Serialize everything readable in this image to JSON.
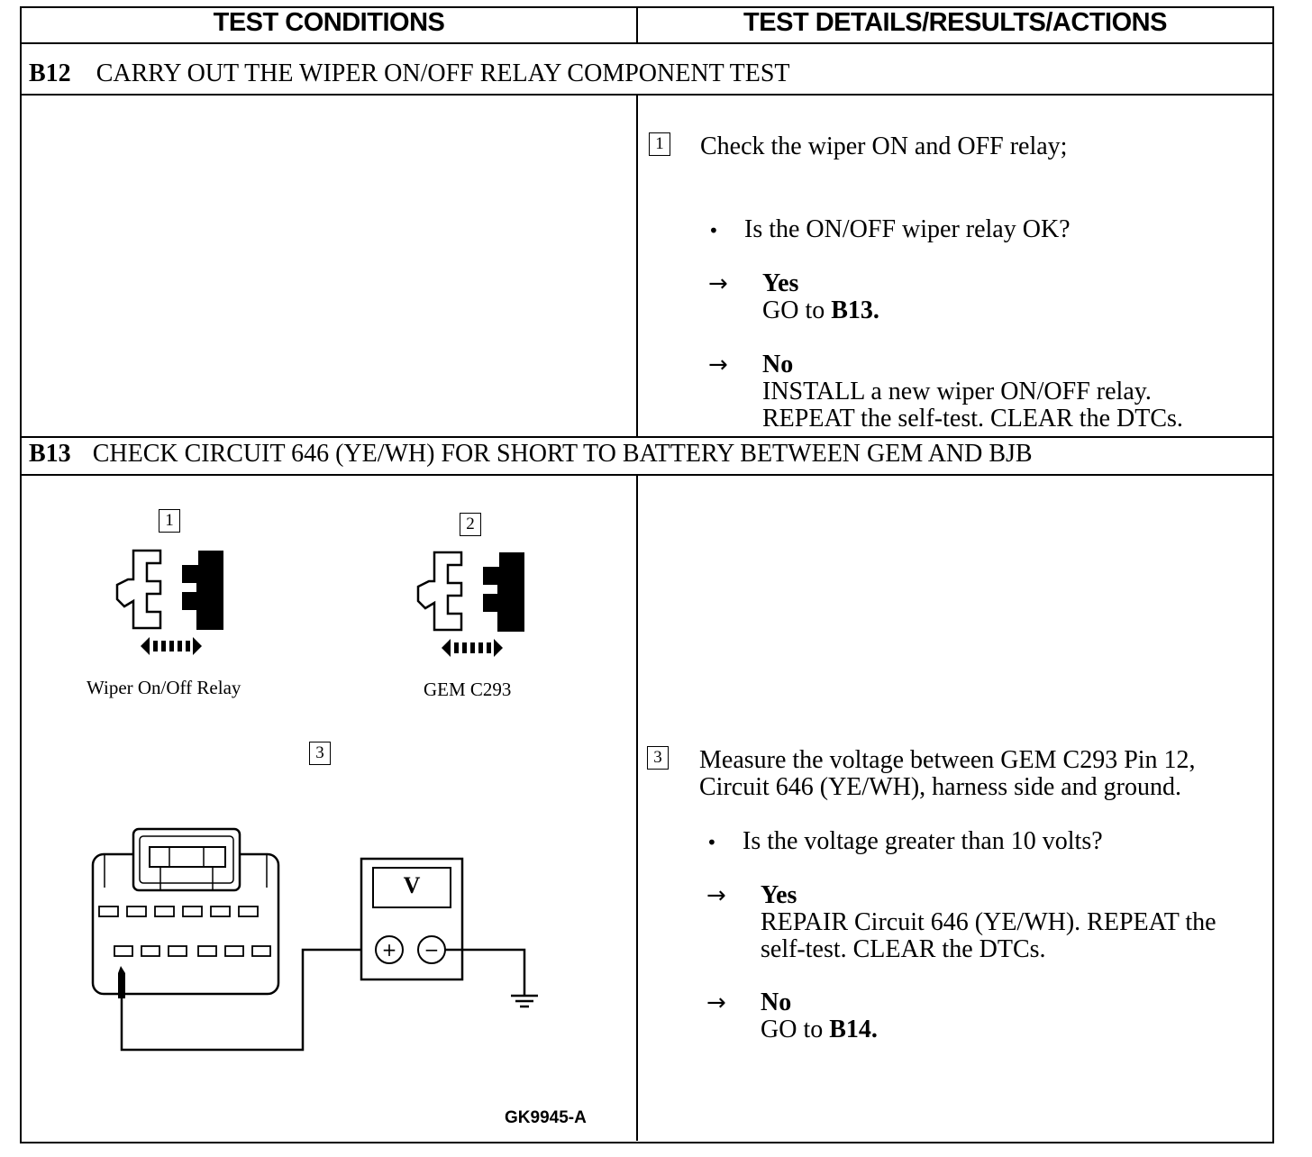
{
  "header": {
    "left": "TEST CONDITIONS",
    "right": "TEST DETAILS/RESULTS/ACTIONS"
  },
  "b12": {
    "id": "B12",
    "title": "CARRY OUT THE WIPER ON/OFF RELAY COMPONENT TEST",
    "step_num": "1",
    "step_text": "Check the wiper ON and OFF relay;",
    "question": "Is the ON/OFF wiper relay OK?",
    "yes_label": "Yes",
    "yes_text": "GO to",
    "yes_target": "B13.",
    "no_label": "No",
    "no_line1": "INSTALL a new wiper ON/OFF relay.",
    "no_line2": "REPEAT the self-test. CLEAR the DTCs."
  },
  "b13": {
    "id": "B13",
    "title": "CHECK CIRCUIT 646 (YE/WH) FOR SHORT TO BATTERY BETWEEN GEM AND BJB",
    "fig1_num": "1",
    "fig1_caption": "Wiper On/Off Relay",
    "fig2_num": "2",
    "fig2_caption": "GEM C293",
    "fig3_num": "3",
    "meter_label": "V",
    "meter_plus": "+",
    "meter_minus": "−",
    "figure_code": "GK9945-A",
    "step_num": "3",
    "step_line1": "Measure the voltage between GEM C293 Pin 12,",
    "step_line2": "Circuit 646 (YE/WH), harness side and ground.",
    "question": "Is the voltage greater than 10 volts?",
    "yes_label": "Yes",
    "yes_line1": "REPAIR Circuit 646 (YE/WH). REPEAT the",
    "yes_line2": "self-test. CLEAR the DTCs.",
    "no_label": "No",
    "no_text": "GO to",
    "no_target": "B14."
  },
  "symbols": {
    "arrow": "→",
    "bullet": "•"
  }
}
